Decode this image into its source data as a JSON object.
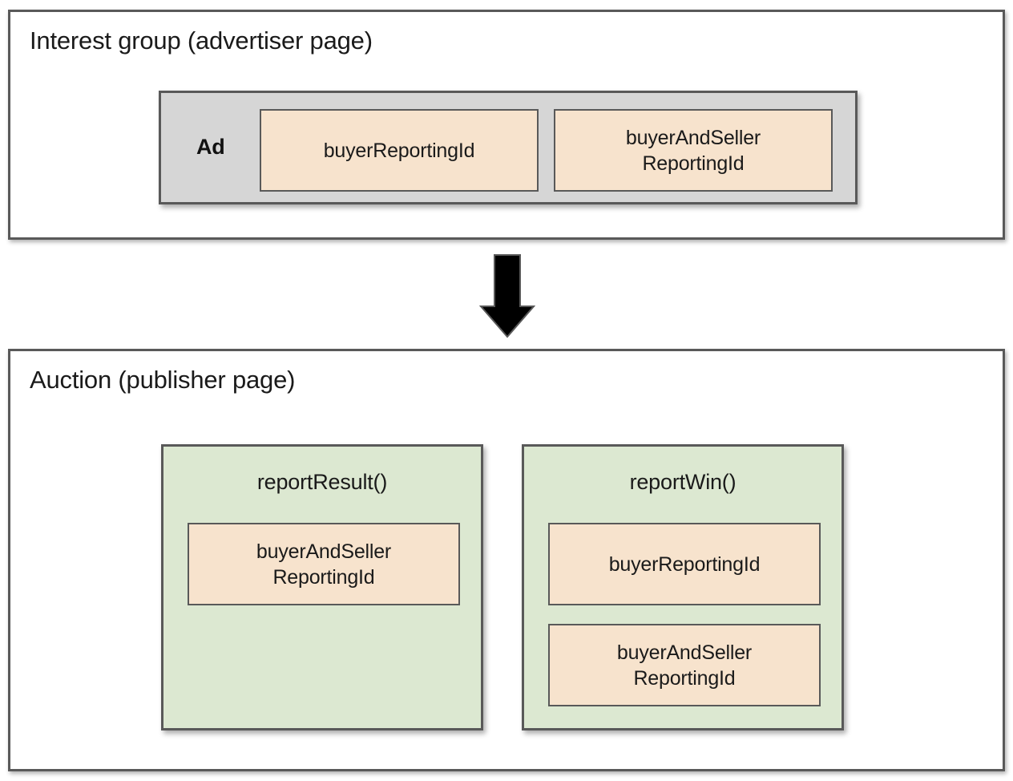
{
  "diagram": {
    "title_semantic": "protected-audience-reporting-ids-flow",
    "colors": {
      "ad_container_fill": "#d6d6d6",
      "reporting_id_fill": "#f7e3cd",
      "function_box_fill": "#dce8d1",
      "border": "#595959",
      "arrow": "#000000",
      "text": "#1a1a1a",
      "page_background": "#ffffff"
    },
    "sections": [
      {
        "id": "interest-group",
        "title": "Interest group (advertiser page)",
        "ad": {
          "label": "Ad",
          "reporting_ids": [
            "buyerReportingId",
            "buyerAndSeller\nReportingId"
          ]
        }
      },
      {
        "id": "auction",
        "title": "Auction (publisher page)",
        "functions": [
          {
            "name": "reportResult()",
            "reporting_ids": [
              "buyerAndSeller\nReportingId"
            ]
          },
          {
            "name": "reportWin()",
            "reporting_ids": [
              "buyerReportingId",
              "buyerAndSeller\nReportingId"
            ]
          }
        ]
      }
    ],
    "connector": {
      "icon": "down-arrow-icon",
      "direction": "down",
      "from": "interest-group",
      "to": "auction"
    }
  }
}
